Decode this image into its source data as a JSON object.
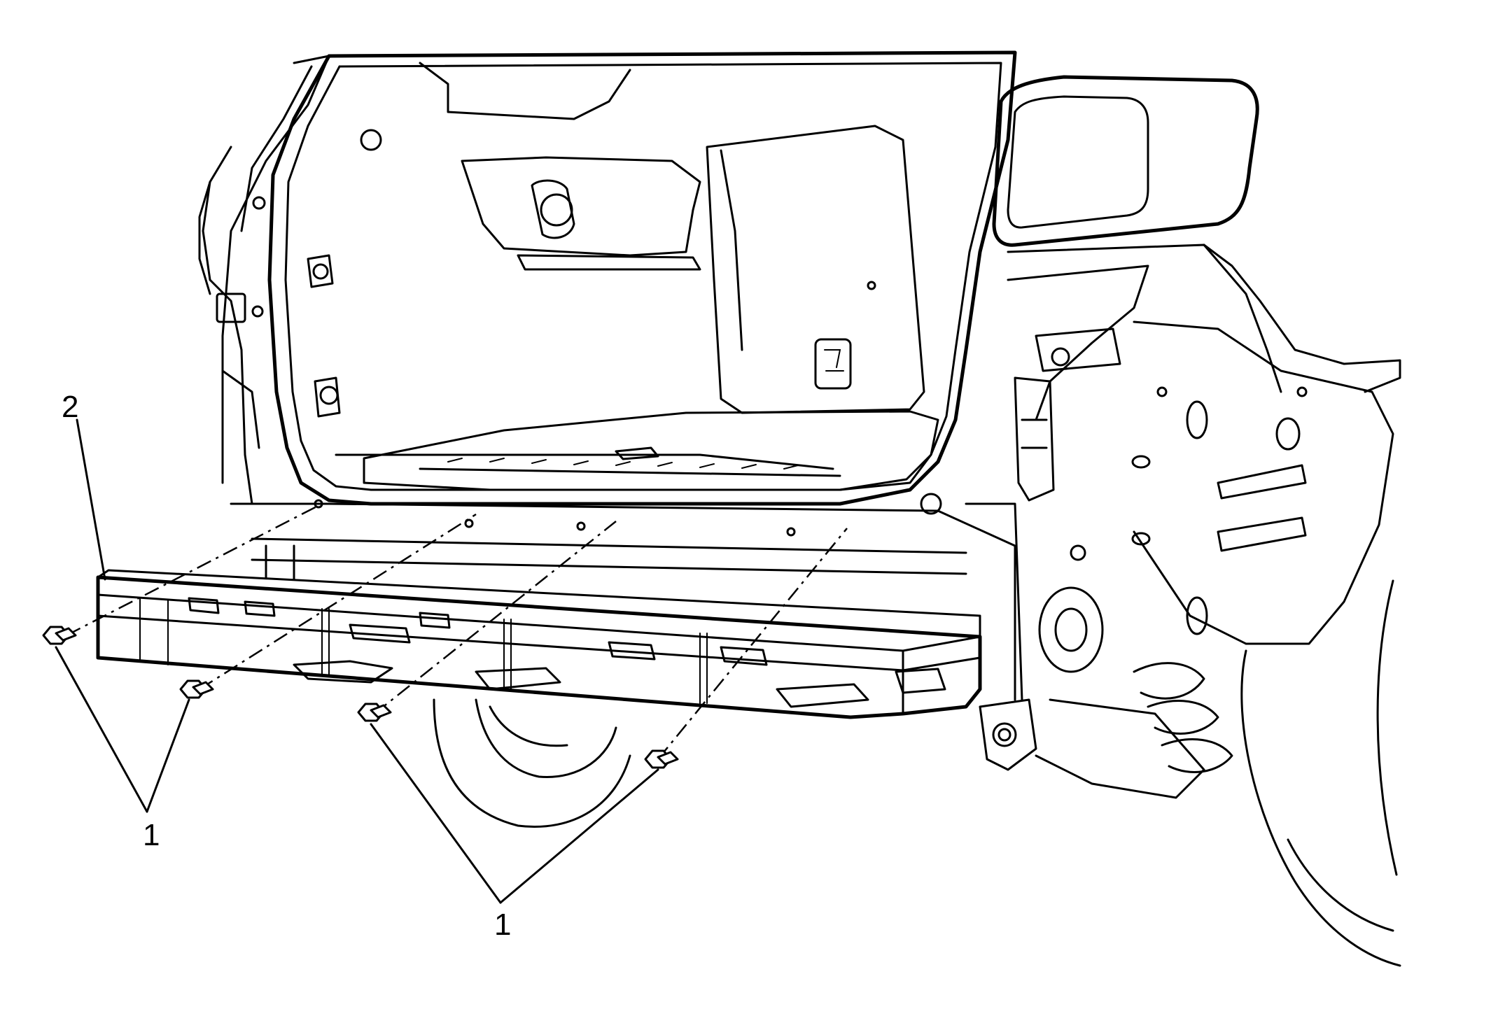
{
  "figure": {
    "callouts": [
      {
        "id": "bolt-callout-left",
        "text": "1"
      },
      {
        "id": "bolt-callout-right",
        "text": "1"
      },
      {
        "id": "reinforcement-callout",
        "text": "2"
      }
    ]
  },
  "colors": {
    "line": "#000000",
    "background": "#ffffff"
  },
  "icons": [
    "bolt-icon",
    "bumper-reinforcement",
    "vehicle-rear-body"
  ]
}
